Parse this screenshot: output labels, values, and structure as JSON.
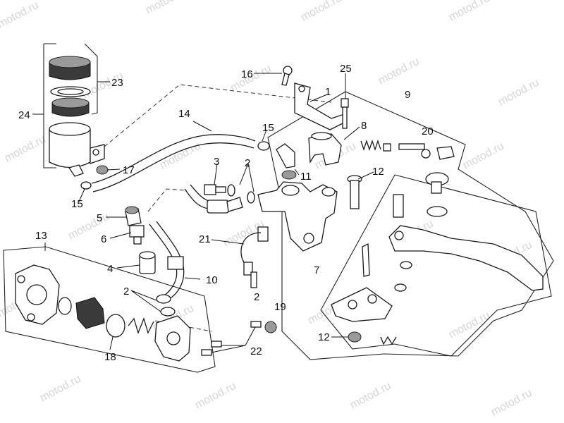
{
  "watermark": "motod.ru",
  "callouts": [
    "1",
    "2",
    "2",
    "2",
    "3",
    "4",
    "5",
    "6",
    "7",
    "8",
    "9",
    "10",
    "11",
    "12",
    "12",
    "13",
    "14",
    "15",
    "15",
    "16",
    "17",
    "18",
    "19",
    "20",
    "21",
    "22",
    "23",
    "24",
    "25"
  ]
}
